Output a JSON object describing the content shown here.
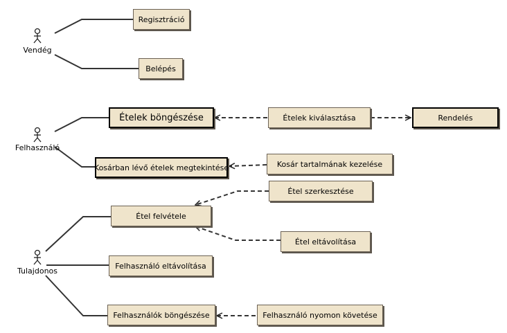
{
  "actors": {
    "guest": "Vendég",
    "user": "Felhasználó",
    "owner": "Tulajdonos"
  },
  "use_cases": {
    "registration": "Regisztráció",
    "login": "Belépés",
    "browse_foods": "Ételek böngészése",
    "select_foods": "Ételek kiválasztása",
    "order": "Rendelés",
    "view_cart": "Kosárban lévő ételek megtekintése",
    "manage_cart": "Kosár tartalmának kezelése",
    "edit_food": "Étel szerkesztése",
    "add_food": "Étel felvétele",
    "remove_food": "Étel eltávolítása",
    "remove_user": "Felhasználó eltávolítása",
    "browse_users": "Felhasználók böngészése",
    "track_user": "Felhasználó nyomon követése"
  },
  "colors": {
    "node_fill": "#efe4cb",
    "node_border": "#6b6154",
    "line": "#333333"
  }
}
